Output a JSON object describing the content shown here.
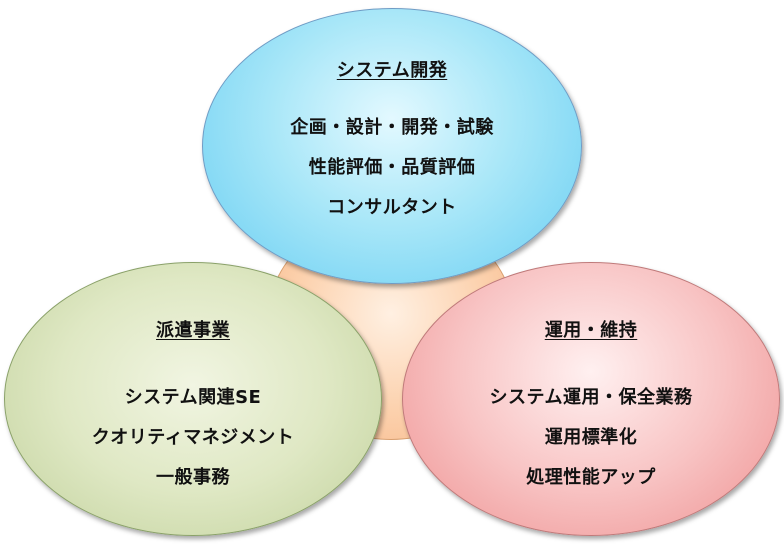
{
  "diagram": {
    "center": {
      "color": "#fcd1ad"
    },
    "system_development": {
      "title": "システム開発",
      "items": [
        "企画・設計・開発・試験",
        "性能評価・品質評価",
        "コンサルタント"
      ],
      "color": "#a9e7f8"
    },
    "dispatch": {
      "title": "派遣事業",
      "items": [
        "システム関連SE",
        "クオリティマネジメント",
        "一般事務"
      ],
      "color": "#dfe8c4"
    },
    "operations": {
      "title": "運用・維持",
      "items": [
        "システム運用・保全業務",
        "運用標準化",
        "処理性能アップ"
      ],
      "color": "#f8c4c4"
    }
  }
}
